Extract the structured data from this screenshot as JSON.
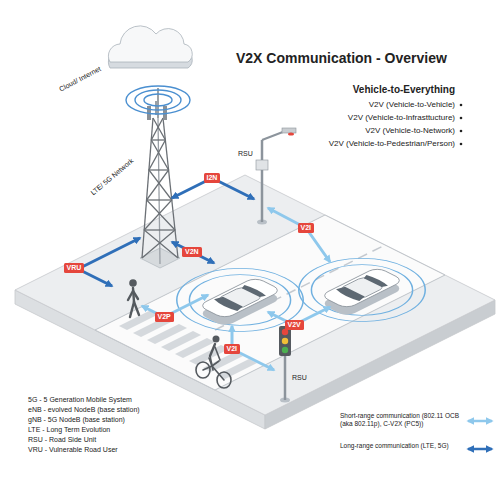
{
  "diagram": {
    "title": "V2X Communication - Overview",
    "nodes": [
      {
        "text": [
          "I2N"
        ]
      },
      {
        "text": [
          "V2I"
        ]
      },
      {
        "text": [
          "V2N"
        ]
      },
      {
        "text": [
          "VRU"
        ]
      },
      {
        "text": [
          "V2P"
        ]
      },
      {
        "text": [
          "V2V"
        ]
      },
      {
        "text": [
          "V2I"
        ]
      }
    ],
    "labels": [
      "Cloud/ Internet",
      "Vehicle-to-Everything",
      "V2V (Vehicle-to-Vehicle)",
      "V2V (Vehicle-to-Infrasttucture)",
      "V2V (Vehicle-to-Network)",
      "V2V (Vehicle-to-Pedestrian/Person)",
      "LTE/ 5G Network",
      "RSU",
      "RSU",
      "5G - 5 Generation Mobile System",
      "eNB - evolved NodeB (base station)",
      "gNB - 5G NodeB (base station)",
      "LTE - Long Term Evolution",
      "RSU - Road Side Unit",
      "VRU - Vulnerable Road User"
    ],
    "legend": [
      {
        "text": "Short-range communication (802.11 OCB (aka 802.11p), C-V2X (PC5))"
      },
      {
        "text": "Long-range communication (LTE, 5G)"
      }
    ]
  }
}
